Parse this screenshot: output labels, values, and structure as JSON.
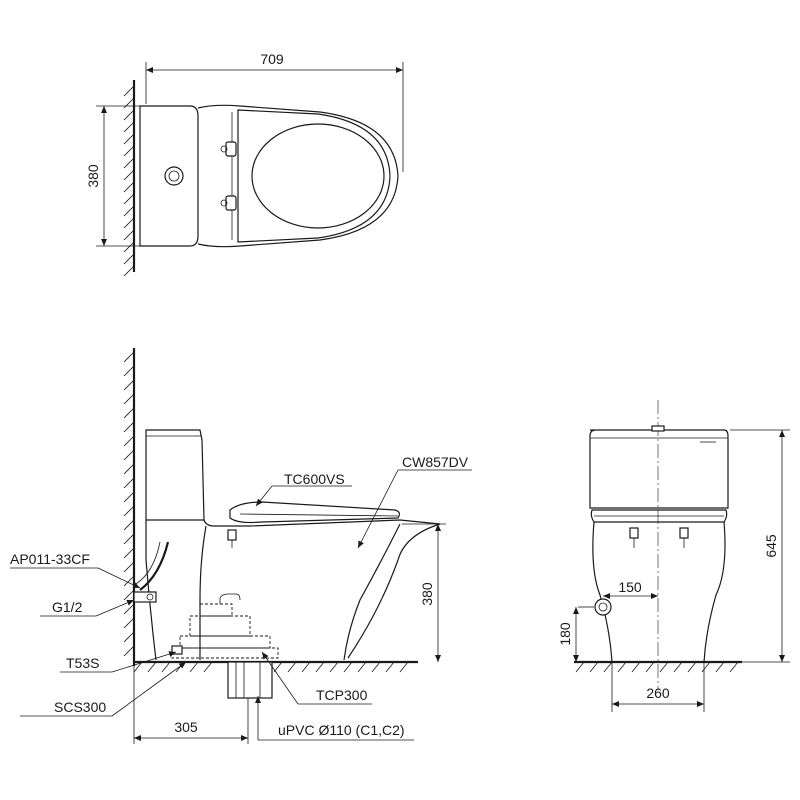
{
  "dimensions": {
    "top_width": "709",
    "top_depth": "380",
    "side_height": "380",
    "side_wall_distance": "305",
    "front_height": "645",
    "front_offset": "150",
    "front_inlet_height": "180",
    "front_base_width": "260"
  },
  "callouts": {
    "tc600vs": "TC600VS",
    "cw857dv": "CW857DV",
    "ap011": "AP011-33CF",
    "g12": "G1/2",
    "t53s": "T53S",
    "scs300": "SCS300",
    "tcp300": "TCP300",
    "upvc": "uPVC Ø110 (C1,C2)"
  }
}
